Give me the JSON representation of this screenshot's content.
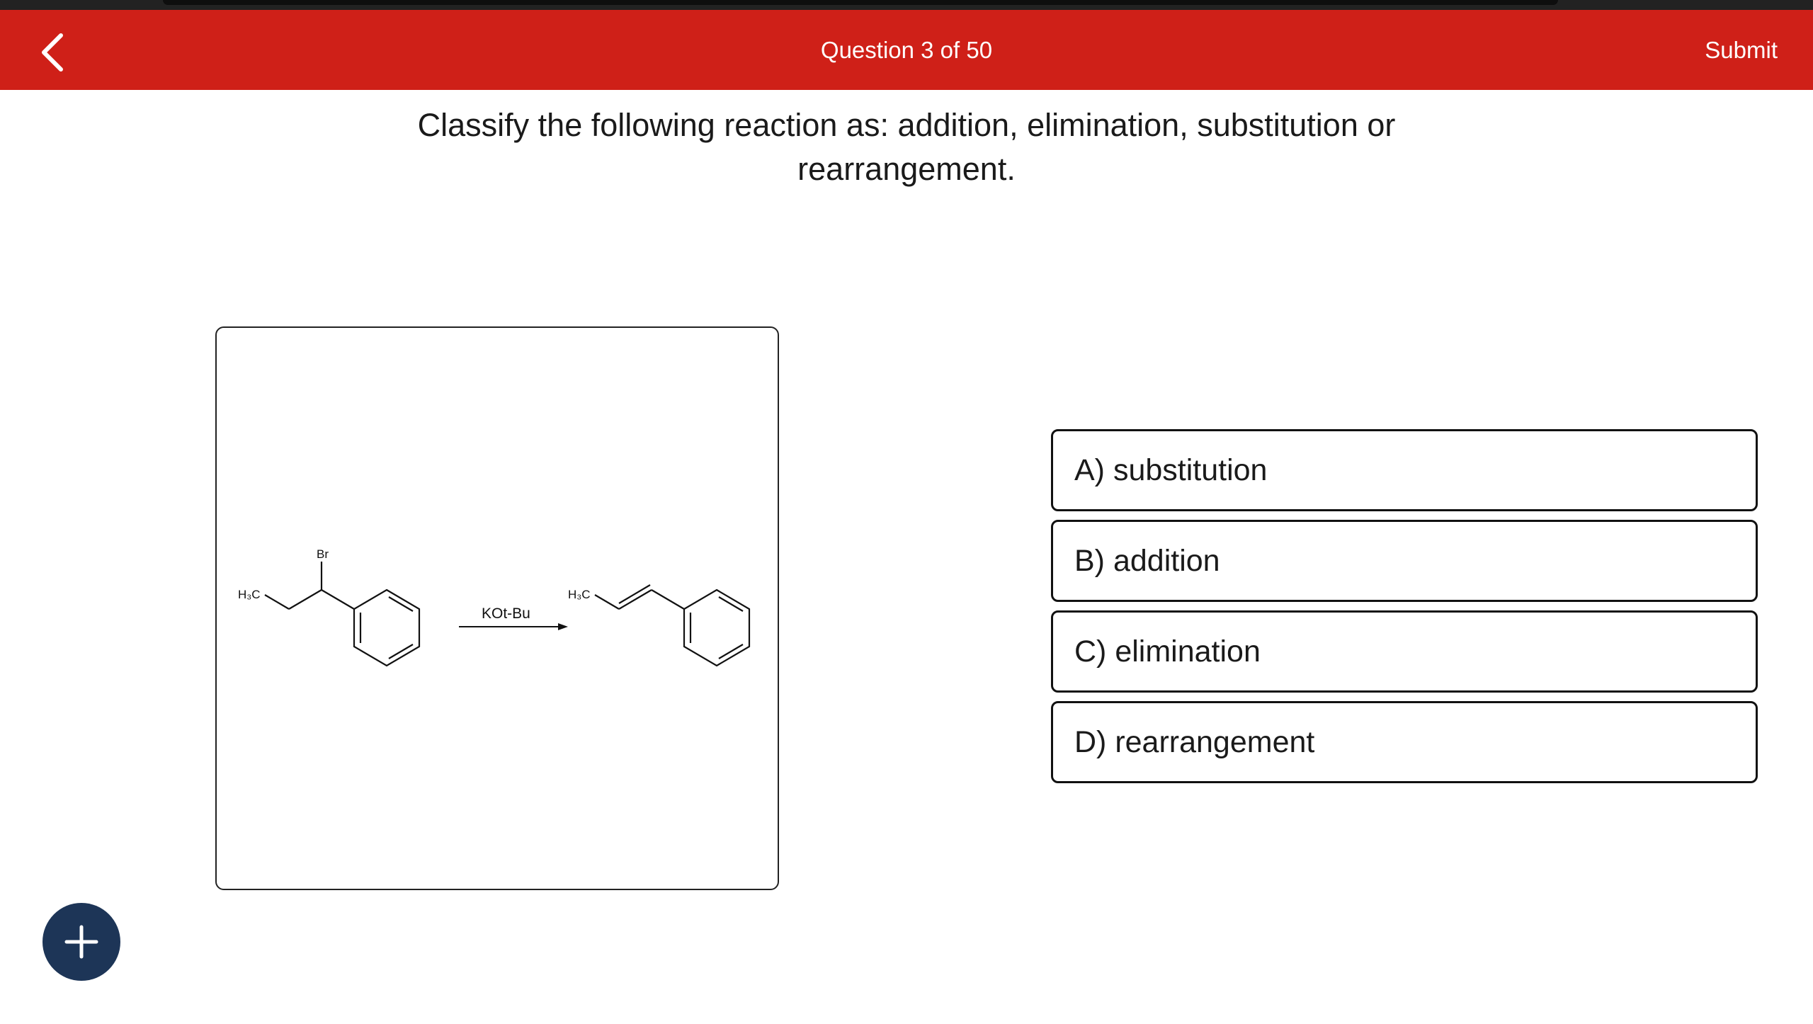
{
  "header": {
    "title": "Question 3 of 50",
    "submit_label": "Submit",
    "back_icon": "chevron-left-icon"
  },
  "question": {
    "text": "Classify the following reaction as: addition, elimination, substitution or rearrangement."
  },
  "reaction": {
    "reactant_methyl_label": "H₃C",
    "reactant_substituent_label": "Br",
    "reagent_label": "KOt-Bu",
    "product_methyl_label": "H₃C"
  },
  "options": [
    {
      "label": "A) substitution"
    },
    {
      "label": "B) addition"
    },
    {
      "label": "C) elimination"
    },
    {
      "label": "D) rearrangement"
    }
  ],
  "fab": {
    "icon": "plus-icon"
  },
  "colors": {
    "header_bg": "#cf2018",
    "fab_bg": "#1d3557",
    "header_text": "#ffffff"
  }
}
